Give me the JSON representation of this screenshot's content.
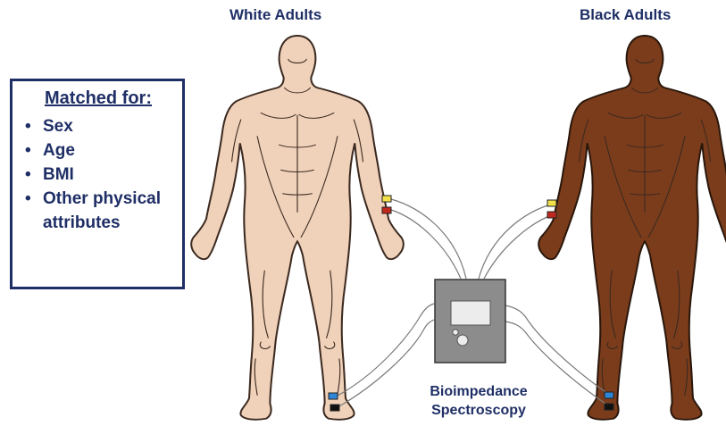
{
  "figure": {
    "left_title": "White Adults",
    "right_title": "Black Adults",
    "matched_box": {
      "heading": "Matched for:",
      "items": [
        "Sex",
        "Age",
        "BMI",
        "Other physical attributes"
      ]
    },
    "device_caption_line1": "Bioimpedance",
    "device_caption_line2": "Spectroscopy"
  },
  "colors": {
    "text_navy": "#1f2f66",
    "light_skin": "#f0d2ba",
    "dark_skin": "#7b3c1b",
    "outline": "#3c2a20",
    "device_body": "#8c8c8c",
    "electrode_yellow": "#f2e14a",
    "electrode_red": "#c0281e",
    "electrode_blue": "#2e86d6",
    "electrode_black": "#111111"
  }
}
